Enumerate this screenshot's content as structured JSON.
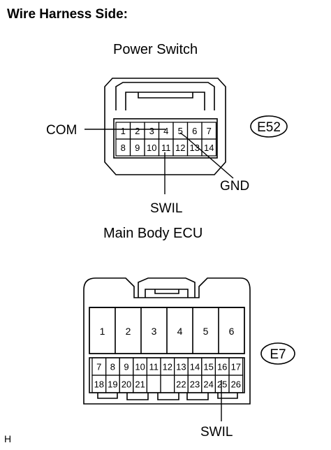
{
  "heading": "Wire Harness Side:",
  "footer_mark": "H",
  "connectors": [
    {
      "name": "Power Switch",
      "code": "E52",
      "rows": [
        [
          "1",
          "2",
          "3",
          "4",
          "5",
          "6",
          "7"
        ],
        [
          "8",
          "9",
          "10",
          "11",
          "12",
          "13",
          "14"
        ]
      ],
      "signals": [
        {
          "label": "COM",
          "pin": "3"
        },
        {
          "label": "GND",
          "pin": "5"
        },
        {
          "label": "SWIL",
          "pin": "11"
        }
      ]
    },
    {
      "name": "Main Body ECU",
      "code": "E7",
      "large_pins": [
        "1",
        "2",
        "3",
        "4",
        "5",
        "6"
      ],
      "rows": [
        [
          "7",
          "8",
          "9",
          "10",
          "11",
          "12",
          "13",
          "14",
          "15",
          "16",
          "17"
        ],
        [
          "18",
          "19",
          "20",
          "21",
          "",
          "",
          "22",
          "23",
          "24",
          "25",
          "26"
        ]
      ],
      "signals": [
        {
          "label": "SWIL",
          "pin": "25"
        }
      ]
    }
  ],
  "colors": {
    "line": "#000000",
    "background": "#ffffff"
  }
}
